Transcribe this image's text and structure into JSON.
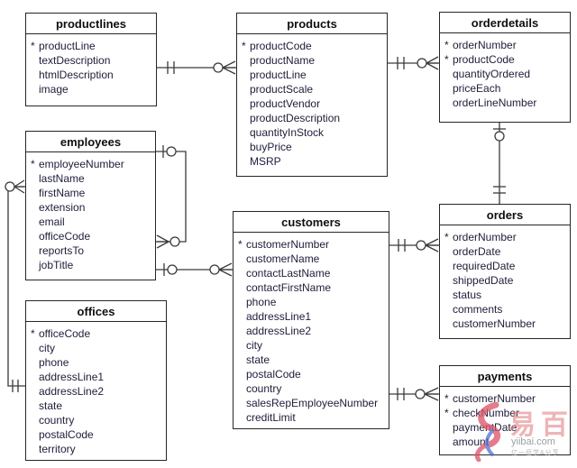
{
  "ui": {
    "pk_marker": "*"
  },
  "tables": [
    {
      "name": "productlines",
      "fields": [
        {
          "pk": true,
          "name": "productLine"
        },
        {
          "pk": false,
          "name": "textDescription"
        },
        {
          "pk": false,
          "name": "htmlDescription"
        },
        {
          "pk": false,
          "name": "image"
        }
      ]
    },
    {
      "name": "products",
      "fields": [
        {
          "pk": true,
          "name": "productCode"
        },
        {
          "pk": false,
          "name": "productName"
        },
        {
          "pk": false,
          "name": "productLine"
        },
        {
          "pk": false,
          "name": "productScale"
        },
        {
          "pk": false,
          "name": "productVendor"
        },
        {
          "pk": false,
          "name": "productDescription"
        },
        {
          "pk": false,
          "name": "quantityInStock"
        },
        {
          "pk": false,
          "name": "buyPrice"
        },
        {
          "pk": false,
          "name": "MSRP"
        }
      ]
    },
    {
      "name": "orderdetails",
      "fields": [
        {
          "pk": true,
          "name": "orderNumber"
        },
        {
          "pk": true,
          "name": "productCode"
        },
        {
          "pk": false,
          "name": "quantityOrdered"
        },
        {
          "pk": false,
          "name": "priceEach"
        },
        {
          "pk": false,
          "name": "orderLineNumber"
        }
      ]
    },
    {
      "name": "employees",
      "fields": [
        {
          "pk": true,
          "name": "employeeNumber"
        },
        {
          "pk": false,
          "name": "lastName"
        },
        {
          "pk": false,
          "name": "firstName"
        },
        {
          "pk": false,
          "name": "extension"
        },
        {
          "pk": false,
          "name": "email"
        },
        {
          "pk": false,
          "name": "officeCode"
        },
        {
          "pk": false,
          "name": "reportsTo"
        },
        {
          "pk": false,
          "name": "jobTitle"
        }
      ]
    },
    {
      "name": "customers",
      "fields": [
        {
          "pk": true,
          "name": "customerNumber"
        },
        {
          "pk": false,
          "name": "customerName"
        },
        {
          "pk": false,
          "name": "contactLastName"
        },
        {
          "pk": false,
          "name": "contactFirstName"
        },
        {
          "pk": false,
          "name": "phone"
        },
        {
          "pk": false,
          "name": "addressLine1"
        },
        {
          "pk": false,
          "name": "addressLine2"
        },
        {
          "pk": false,
          "name": "city"
        },
        {
          "pk": false,
          "name": "state"
        },
        {
          "pk": false,
          "name": "postalCode"
        },
        {
          "pk": false,
          "name": "country"
        },
        {
          "pk": false,
          "name": "salesRepEmployeeNumber"
        },
        {
          "pk": false,
          "name": "creditLimit"
        }
      ]
    },
    {
      "name": "orders",
      "fields": [
        {
          "pk": true,
          "name": "orderNumber"
        },
        {
          "pk": false,
          "name": "orderDate"
        },
        {
          "pk": false,
          "name": "requiredDate"
        },
        {
          "pk": false,
          "name": "shippedDate"
        },
        {
          "pk": false,
          "name": "status"
        },
        {
          "pk": false,
          "name": "comments"
        },
        {
          "pk": false,
          "name": "customerNumber"
        }
      ]
    },
    {
      "name": "offices",
      "fields": [
        {
          "pk": true,
          "name": "officeCode"
        },
        {
          "pk": false,
          "name": "city"
        },
        {
          "pk": false,
          "name": "phone"
        },
        {
          "pk": false,
          "name": "addressLine1"
        },
        {
          "pk": false,
          "name": "addressLine2"
        },
        {
          "pk": false,
          "name": "state"
        },
        {
          "pk": false,
          "name": "country"
        },
        {
          "pk": false,
          "name": "postalCode"
        },
        {
          "pk": false,
          "name": "territory"
        }
      ]
    },
    {
      "name": "payments",
      "fields": [
        {
          "pk": true,
          "name": "customerNumber"
        },
        {
          "pk": true,
          "name": "checkNumber"
        },
        {
          "pk": false,
          "name": "paymentDate"
        },
        {
          "pk": false,
          "name": "amount"
        }
      ]
    }
  ],
  "relationships": [
    {
      "a": "productlines",
      "a_symbol": "one-bar-bar",
      "b": "products",
      "b_symbol": "circle-crowfoot"
    },
    {
      "a": "products",
      "a_symbol": "one-bar-bar",
      "b": "orderdetails",
      "b_symbol": "circle-crowfoot"
    },
    {
      "a": "orderdetails",
      "a_symbol": "bar-circle",
      "b": "orders",
      "b_symbol": "one-bar-bar"
    },
    {
      "a": "employees",
      "a_symbol": "bar-circle",
      "b": "employees",
      "b_symbol": "crowfoot-circle",
      "note": "self reference"
    },
    {
      "a": "employees",
      "a_symbol": "bar-circle",
      "b": "customers",
      "b_symbol": "circle-crowfoot"
    },
    {
      "a": "offices",
      "a_symbol": "one-bar-bar",
      "b": "employees",
      "b_symbol": "circle-crowfoot"
    },
    {
      "a": "customers",
      "a_symbol": "one-bar-bar",
      "b": "orders",
      "b_symbol": "circle-crowfoot"
    },
    {
      "a": "customers",
      "a_symbol": "one-bar-bar",
      "b": "payments",
      "b_symbol": "circle-crowfoot"
    }
  ],
  "watermark": {
    "brand": "易百",
    "domain": "yiibai.com",
    "slogan": "亿一佰学&分享"
  },
  "colors": {
    "table_border": "#262626",
    "field_text": "#20203c",
    "line": "#3a3a3a",
    "watermark_pink": "#e28285",
    "watermark_gray": "#9aa0a3",
    "logo_red": "#dd5066",
    "logo_blue": "#4a6fd0"
  }
}
